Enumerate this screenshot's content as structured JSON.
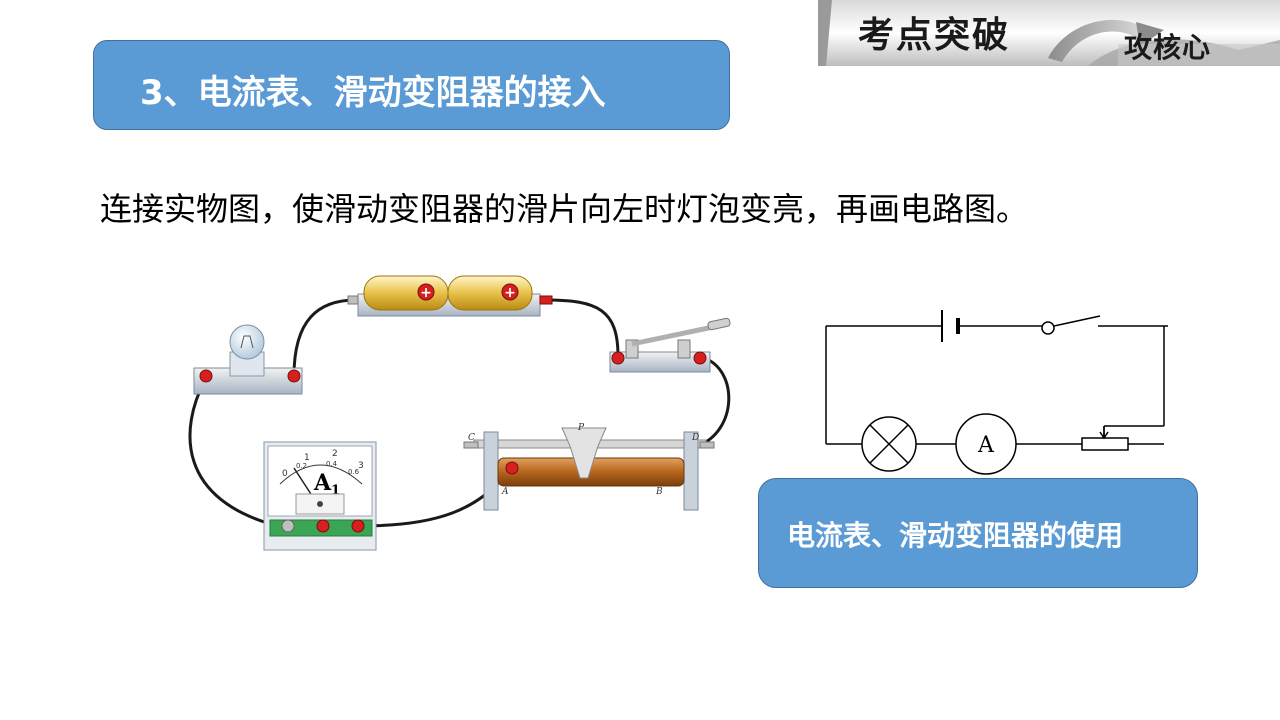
{
  "banner": {
    "title": "考点突破",
    "subtitle": "攻核心"
  },
  "section_title": "3、电流表、滑动变阻器的接入",
  "question": "连接实物图，使滑动变阻器的滑片向左时灯泡变亮，再画电路图。",
  "apparatus": {
    "ammeter_label": "A",
    "ammeter_subscript": "1",
    "ammeter_scale": [
      "0",
      "1",
      "2",
      "3",
      "0.2",
      "0.4",
      "0.6"
    ],
    "rheostat_terminals": {
      "c": "C",
      "d": "D",
      "a": "A",
      "b": "B",
      "p": "P"
    },
    "battery_sign": "+"
  },
  "schematic": {
    "ammeter_symbol": "A"
  },
  "link_button": {
    "label": "电流表、滑动变阻器的使用"
  },
  "colors": {
    "title_box": "#5b9bd5",
    "terminal_red": "#d62020",
    "coil_copper": "#b5651d"
  }
}
